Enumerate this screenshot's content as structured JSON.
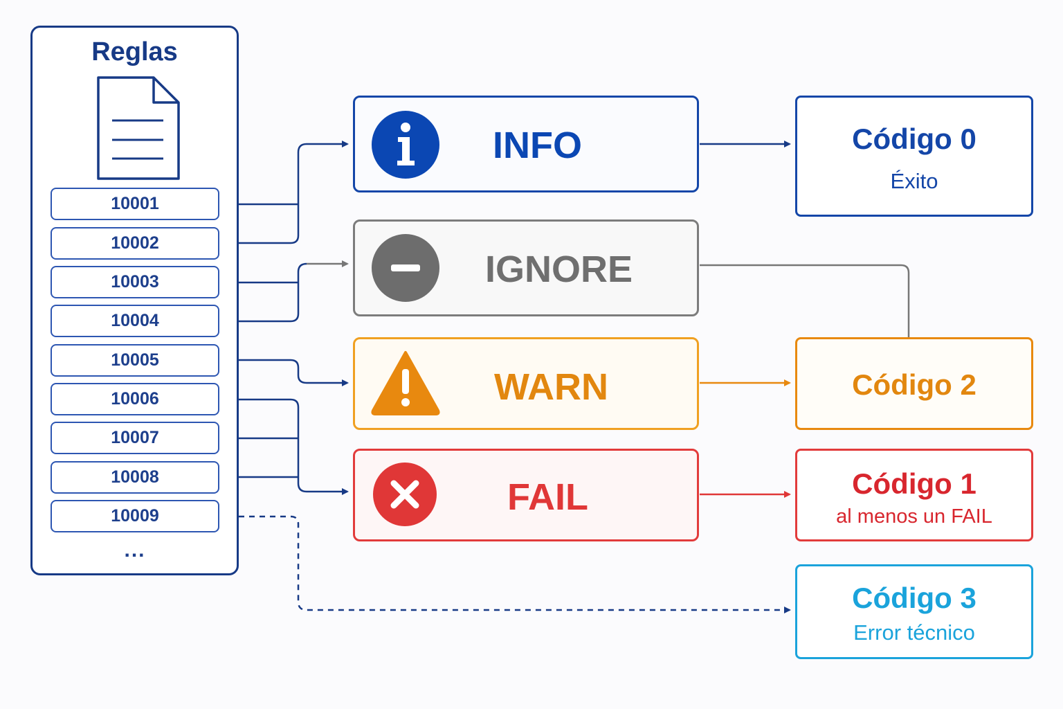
{
  "rules": {
    "title": "Reglas",
    "items": [
      "10001",
      "10002",
      "10003",
      "10004",
      "10005",
      "10006",
      "10007",
      "10008",
      "10009"
    ],
    "more": "..."
  },
  "levels": {
    "info": {
      "label": "INFO",
      "icon": "info-icon",
      "color": "#0b47b3"
    },
    "ignore": {
      "label": "IGNORE",
      "icon": "minus-icon",
      "color": "#6f6f6f"
    },
    "warn": {
      "label": "WARN",
      "icon": "warning-icon",
      "color": "#e2870f"
    },
    "fail": {
      "label": "FAIL",
      "icon": "x-icon",
      "color": "#e03737"
    }
  },
  "codes": {
    "code0": {
      "title": "Código 0",
      "subtitle": "Éxito",
      "color": "#1446a8"
    },
    "code2": {
      "title": "Código 2",
      "color": "#e2870f"
    },
    "code1": {
      "title": "Código 1",
      "subtitle": "al menos un FAIL",
      "color": "#d8262e"
    },
    "code3": {
      "title": "Código 3",
      "subtitle": "Error técnico",
      "color": "#1aa3db"
    }
  }
}
